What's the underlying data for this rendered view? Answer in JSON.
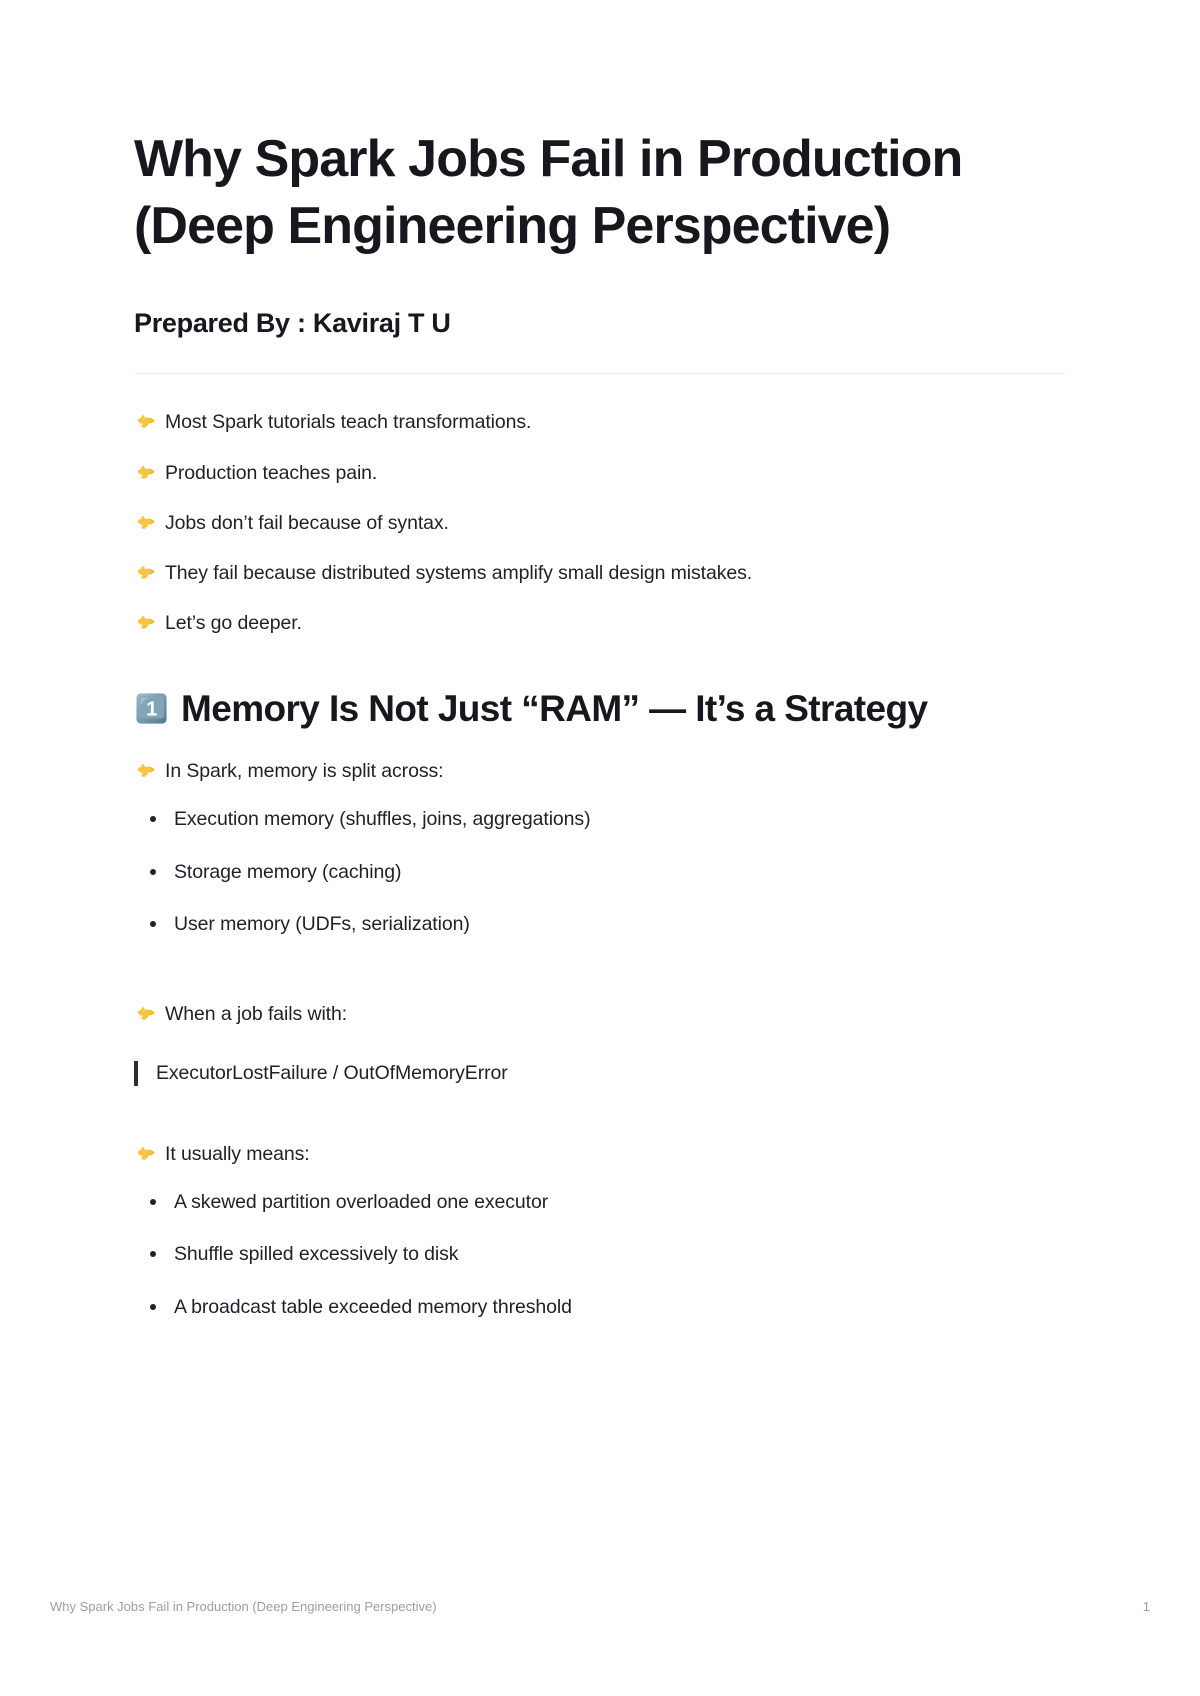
{
  "document": {
    "title": "Why Spark Jobs Fail in Production (Deep Engineering Perspective)",
    "subtitle": "Prepared By : Kaviraj T U"
  },
  "intro": {
    "icon": "pointing-right-emoji",
    "lines": [
      "Most Spark tutorials teach transformations.",
      "Production teaches pain.",
      "Jobs don’t fail because of syntax.",
      "They fail because distributed systems amplify small design mistakes.",
      "Let’s go deeper."
    ]
  },
  "section1": {
    "keycap_icon": "keycap-digit-one-emoji",
    "keycap_digit": "1",
    "heading": "Memory Is Not Just “RAM” — It’s a Strategy",
    "lead_1": "In Spark, memory is split across:",
    "bullets_1": [
      "Execution memory (shuffles, joins, aggregations)",
      "Storage memory (caching)",
      "User memory (UDFs, serialization)"
    ],
    "lead_2": "When a job fails with:",
    "quote": "ExecutorLostFailure / OutOfMemoryError",
    "lead_3": "It usually means:",
    "bullets_2": [
      "A skewed partition overloaded one executor",
      "Shuffle spilled excessively to disk",
      "A broadcast table exceeded memory threshold"
    ]
  },
  "footer": {
    "title": "Why Spark Jobs Fail in Production (Deep Engineering Perspective)",
    "page_number": "1"
  },
  "colors": {
    "text": "#16181d",
    "body_text": "#1f2126",
    "rule": "#ededef",
    "footer_text": "#9c9ea4",
    "quote_bar": "#2b2d33",
    "emoji_yellow": "#f6c544",
    "keycap_blue": "#6d94a6"
  }
}
